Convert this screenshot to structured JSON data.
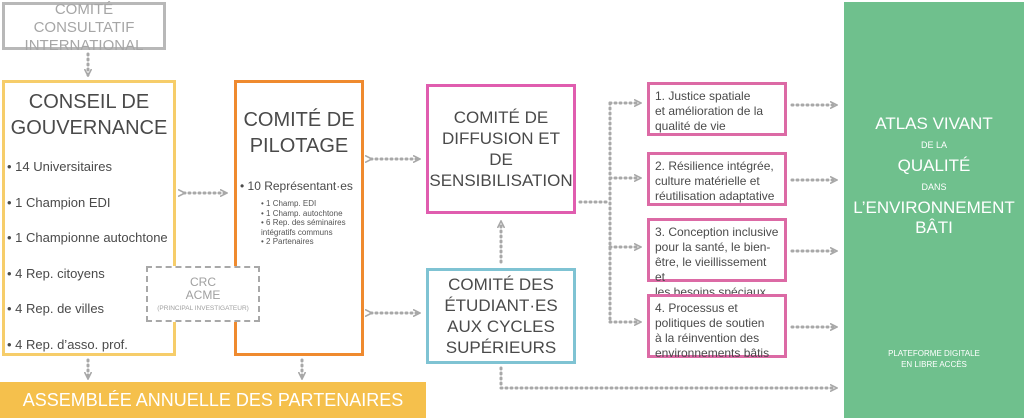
{
  "international": {
    "line1": "COMITÉ CONSULTATIF",
    "line2": "INTERNATIONAL"
  },
  "governance": {
    "title_l1": "CONSEIL DE",
    "title_l2": "GOUVERNANCE",
    "members": [
      "• 14 Universitaires",
      "• 1 Champion EDI",
      "• 1 Championne autochtone",
      "• 4 Rep. citoyens",
      "• 4 Rep. de villes",
      "• 4 Rep. d’asso. prof."
    ]
  },
  "steering": {
    "title_l1": "COMITÉ DE",
    "title_l2": "PILOTAGE",
    "main": "• 10 Représentant·es",
    "sub": [
      "• 1 Champ. EDI",
      "• 1 Champ. autochtone",
      "• 6 Rep. des séminaires",
      "intégratifs communs",
      "• 2 Partenaires"
    ]
  },
  "crc": {
    "l1": "CRC",
    "l2": "ACME",
    "l3": "(PRINCIPAL INVESTIGATEUR)"
  },
  "diffusion": {
    "l1": "COMITÉ DE",
    "l2": "DIFFUSION ET DE",
    "l3": "SENSIBILISATION"
  },
  "students": {
    "l1": "COMITÉ DES",
    "l2": "ÉTUDIANT·ES",
    "l3": "AUX CYCLES",
    "l4": "SUPÉRIEURS"
  },
  "themes": [
    {
      "lines": [
        "1. Justice spatiale",
        "et amélioration de la",
        "qualité de vie"
      ]
    },
    {
      "lines": [
        "2. Résilience intégrée,",
        "culture matérielle et",
        "réutilisation adaptative"
      ]
    },
    {
      "lines": [
        "3. Conception inclusive",
        "pour la santé, le bien-",
        "être, le vieillissement et",
        "les besoins spéciaux"
      ]
    },
    {
      "lines": [
        "4. Processus et",
        "politiques de soutien",
        "à la réinvention des",
        "environnements bâtis"
      ]
    }
  ],
  "atlas": {
    "l1": "ATLAS VIVANT",
    "l2": "DE LA",
    "l3": "QUALITÉ",
    "l4": "DANS",
    "l5": "L’ENVIRONNEMENT",
    "l6": "BÂTI",
    "platform_l1": "PLATEFORME DIGITALE",
    "platform_l2": "EN LIBRE ACCÈS"
  },
  "assembly": "ASSEMBLÉE ANNUELLE DES PARTENAIRES",
  "colors": {
    "gray": "#b8b8b8",
    "yellow": "#f6cd6a",
    "orange": "#ef8a2f",
    "magenta": "#e05daf",
    "blue": "#7fc3d3",
    "theme_pink": "#dc6aa5",
    "green": "#6fc08d",
    "assembly": "#f5c04c",
    "connector": "#a8a8a8"
  }
}
